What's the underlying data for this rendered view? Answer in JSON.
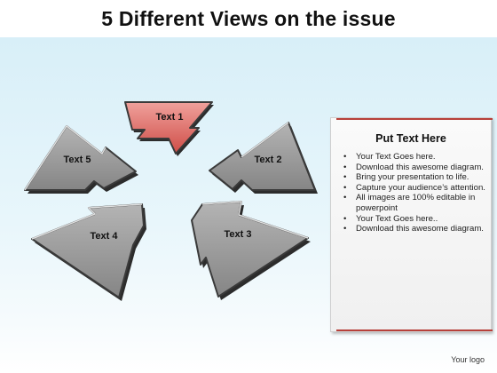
{
  "title": "5 Different Views on the issue",
  "diagram": {
    "labels": [
      "Text 1",
      "Text 2",
      "Text 3",
      "Text 4",
      "Text 5"
    ]
  },
  "panel": {
    "heading": "Put Text Here",
    "bullets": [
      "Your Text Goes here.",
      "Download this awesome diagram.",
      "Bring your presentation to life.",
      "Capture your audience’s attention.",
      "All images are 100% editable in powerpoint",
      "Your Text Goes here..",
      "Download this awesome diagram."
    ]
  },
  "footer": {
    "logo": "Your logo"
  },
  "colors": {
    "accent": "#d9605a",
    "arrow_gray": "#9b9b9b",
    "panel_border": "#b7403a"
  }
}
